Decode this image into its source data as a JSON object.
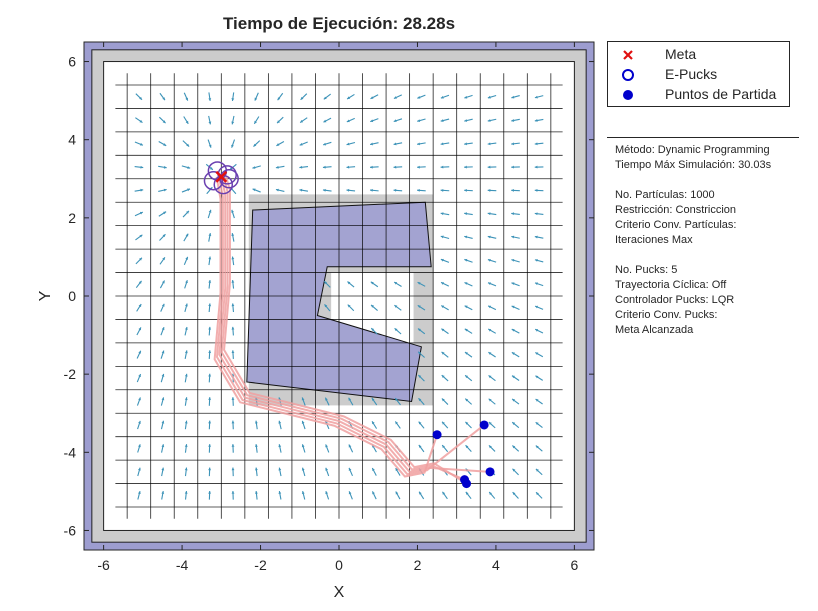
{
  "chart_data": {
    "type": "scatter",
    "title": "Tiempo de Ejecución: 28.28s",
    "xlabel": "X",
    "ylabel": "Y",
    "xlim": [
      -6.5,
      6.5
    ],
    "ylim": [
      -6.5,
      6.5
    ],
    "xticks": [
      -6,
      -4,
      -2,
      0,
      2,
      4,
      6
    ],
    "yticks": [
      -6,
      -4,
      -2,
      0,
      2,
      4,
      6
    ],
    "xtick_labels": [
      "-6",
      "-4",
      "-2",
      "0",
      "2",
      "4",
      "6"
    ],
    "ytick_labels": [
      "-6",
      "-4",
      "-2",
      "0",
      "2",
      "4",
      "6"
    ],
    "grid": true,
    "grid_step": 0.6,
    "legend_position": "outside-top-right",
    "goal": {
      "x": -3.0,
      "y": 3.05
    },
    "start_points": [
      {
        "x": 2.5,
        "y": -3.55
      },
      {
        "x": 3.7,
        "y": -3.3
      },
      {
        "x": 3.85,
        "y": -4.5
      },
      {
        "x": 3.2,
        "y": -4.7
      },
      {
        "x": 3.25,
        "y": -4.8
      }
    ],
    "epucks": [
      {
        "x": -3.1,
        "y": 3.2
      },
      {
        "x": -2.85,
        "y": 3.1
      },
      {
        "x": -3.2,
        "y": 2.95
      },
      {
        "x": -2.95,
        "y": 2.85
      },
      {
        "x": -2.8,
        "y": 3.0
      }
    ],
    "obstacle_polygon": [
      [
        -2.2,
        2.2
      ],
      [
        2.2,
        2.4
      ],
      [
        2.35,
        0.75
      ],
      [
        -0.3,
        0.75
      ],
      [
        -0.55,
        -0.5
      ],
      [
        2.1,
        -1.3
      ],
      [
        1.85,
        -2.7
      ],
      [
        -2.35,
        -2.2
      ]
    ],
    "walls_outer": [
      -6.4,
      6.4
    ],
    "walls_inner": [
      -6.0,
      6.0
    ],
    "palette": {
      "navy": "#0000cc",
      "wall": "#9d9dd0",
      "obstacle": "#a3a3d1",
      "inflation": "#cccccc",
      "arrow": "#3d93b8",
      "goal": "#e01010",
      "path": "#f0a0a0"
    }
  },
  "legend": {
    "items": [
      {
        "label": "Meta",
        "symbol": "cross",
        "color": "#e01010"
      },
      {
        "label": "E-Pucks",
        "symbol": "ring",
        "color": "#0000cc"
      },
      {
        "label": "Puntos de Partida",
        "symbol": "dot",
        "color": "#0000cc"
      }
    ]
  },
  "info": {
    "lines": [
      "Método: Dynamic Programming",
      "Tiempo Máx Simulación: 30.03s",
      "",
      "No. Partículas: 1000",
      "Restricción: Constriccion",
      "Criterio Conv. Partículas:",
      "Iteraciones Max",
      "",
      "No. Pucks: 5",
      "Trayectoria Cíclica: Off",
      "Controlador Pucks: LQR",
      "Criterio Conv. Pucks:",
      "Meta Alcanzada"
    ]
  }
}
